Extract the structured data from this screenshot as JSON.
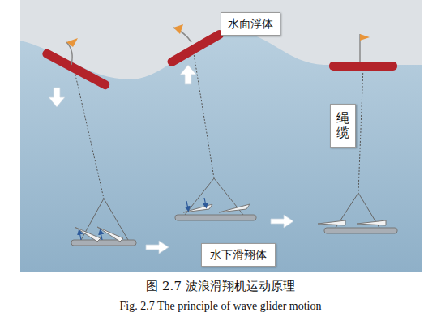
{
  "diagram": {
    "caption": "图 2.7 波浪滑翔机运动原理",
    "nodes": [
      {
        "text": [
          "水面浮体"
        ]
      },
      {
        "text": [
          "绳缆"
        ]
      },
      {
        "text": [
          "水下滑翔体"
        ]
      }
    ],
    "labels": [
      "Fig. 2.7 The principle of wave glider motion"
    ]
  }
}
